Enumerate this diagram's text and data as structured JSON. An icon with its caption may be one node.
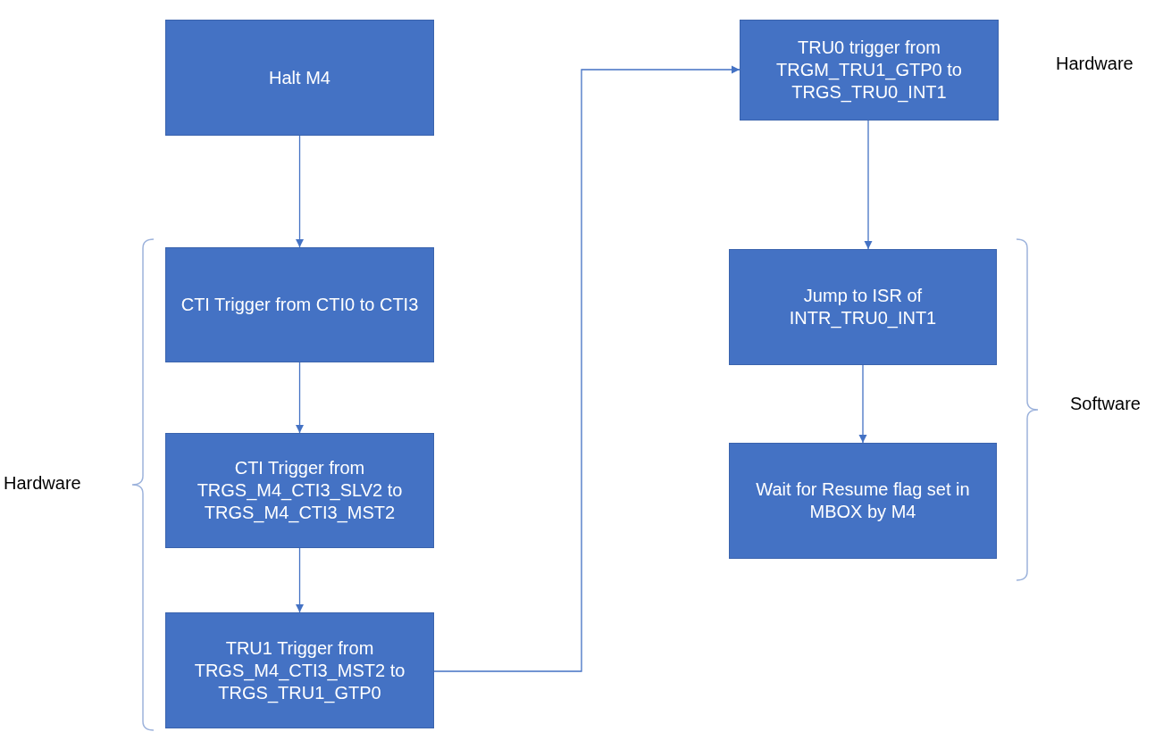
{
  "diagram": {
    "nodes": [
      {
        "text": [
          "Halt M4"
        ]
      },
      {
        "text": [
          "CTI Trigger from CTI0 to CTI3"
        ]
      },
      {
        "text": [
          "CTI Trigger from TRGS_M4_CTI3_SLV2 to TRGS_M4_CTI3_MST2"
        ]
      },
      {
        "text": [
          "TRU1 Trigger from TRGS_M4_CTI3_MST2 to TRGS_TRU1_GTP0"
        ]
      },
      {
        "text": [
          "TRU0 trigger from TRGM_TRU1_GTP0 to TRGS_TRU0_INT1"
        ]
      },
      {
        "text": [
          "Jump to ISR of INTR_TRU0_INT1"
        ]
      },
      {
        "text": [
          "Wait for Resume flag set in MBOX by M4"
        ]
      }
    ],
    "edges": [
      {
        "from": 0,
        "to": 1,
        "arrow": "to"
      },
      {
        "from": 1,
        "to": 2,
        "arrow": "to"
      },
      {
        "from": 2,
        "to": 3,
        "arrow": "to"
      },
      {
        "from": 3,
        "to": 4,
        "arrow": "to"
      },
      {
        "from": 4,
        "to": 5,
        "arrow": "to"
      },
      {
        "from": 5,
        "to": 6,
        "arrow": "to"
      }
    ],
    "labels": [
      "Hardware",
      "Hardware",
      "Software"
    ]
  }
}
